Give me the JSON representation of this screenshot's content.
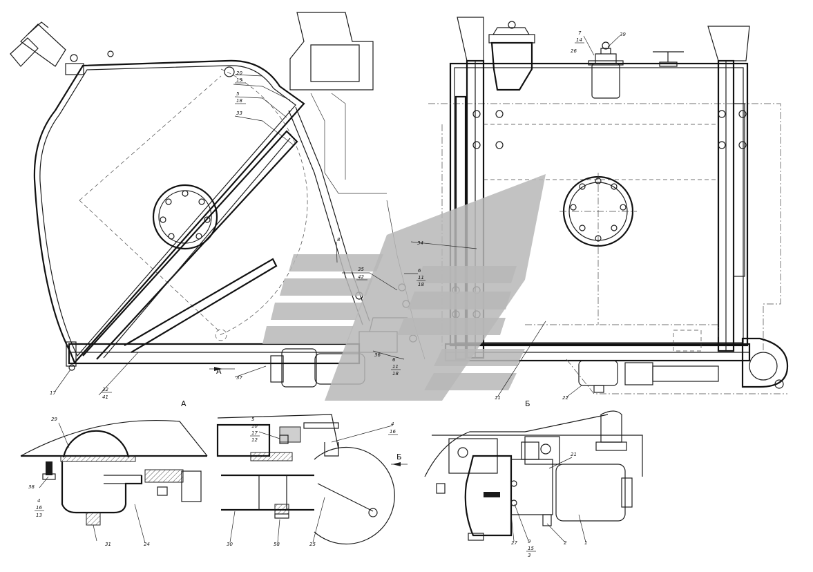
{
  "views": {
    "main_left": "А",
    "main_right": "Б",
    "arrow_a": "А",
    "arrow_b": "Б"
  },
  "callouts": [
    {
      "id": "c1",
      "text": "20"
    },
    {
      "id": "c2",
      "text": "19"
    },
    {
      "id": "c3",
      "text": "5"
    },
    {
      "id": "c4",
      "text": "18"
    },
    {
      "id": "c5",
      "text": "33"
    },
    {
      "id": "c6",
      "text": "8"
    },
    {
      "id": "c7",
      "text": "35"
    },
    {
      "id": "c8",
      "text": "42"
    },
    {
      "id": "c9",
      "text": "6"
    },
    {
      "id": "c10",
      "text": "11"
    },
    {
      "id": "c11",
      "text": "18"
    },
    {
      "id": "c12",
      "text": "34"
    },
    {
      "id": "c13",
      "text": "36"
    },
    {
      "id": "c14",
      "text": "6"
    },
    {
      "id": "c15",
      "text": "11"
    },
    {
      "id": "c16",
      "text": "18"
    },
    {
      "id": "c17",
      "text": "37"
    },
    {
      "id": "c18",
      "text": "17"
    },
    {
      "id": "c19",
      "text": "32"
    },
    {
      "id": "c20",
      "text": "41"
    },
    {
      "id": "c21",
      "text": "11"
    },
    {
      "id": "c22",
      "text": "7"
    },
    {
      "id": "c23",
      "text": "14"
    },
    {
      "id": "c24",
      "text": "26"
    },
    {
      "id": "c25",
      "text": "39"
    },
    {
      "id": "c26",
      "text": "22"
    },
    {
      "id": "c27",
      "text": "29"
    },
    {
      "id": "c28",
      "text": "38"
    },
    {
      "id": "c29",
      "text": "4"
    },
    {
      "id": "c30",
      "text": "16"
    },
    {
      "id": "c31",
      "text": "13"
    },
    {
      "id": "c32",
      "text": "31"
    },
    {
      "id": "c33",
      "text": "24"
    },
    {
      "id": "c34",
      "text": "5"
    },
    {
      "id": "c35",
      "text": "10"
    },
    {
      "id": "c36",
      "text": "17"
    },
    {
      "id": "c37",
      "text": "12"
    },
    {
      "id": "c38",
      "text": "4"
    },
    {
      "id": "c39",
      "text": "16"
    },
    {
      "id": "c40",
      "text": "30"
    },
    {
      "id": "c41",
      "text": "58"
    },
    {
      "id": "c42",
      "text": "25"
    },
    {
      "id": "c43",
      "text": "21"
    },
    {
      "id": "c44",
      "text": "27"
    },
    {
      "id": "c45",
      "text": "9"
    },
    {
      "id": "c46",
      "text": "15"
    },
    {
      "id": "c47",
      "text": "3"
    },
    {
      "id": "c48",
      "text": "2"
    },
    {
      "id": "c49",
      "text": "1"
    }
  ]
}
